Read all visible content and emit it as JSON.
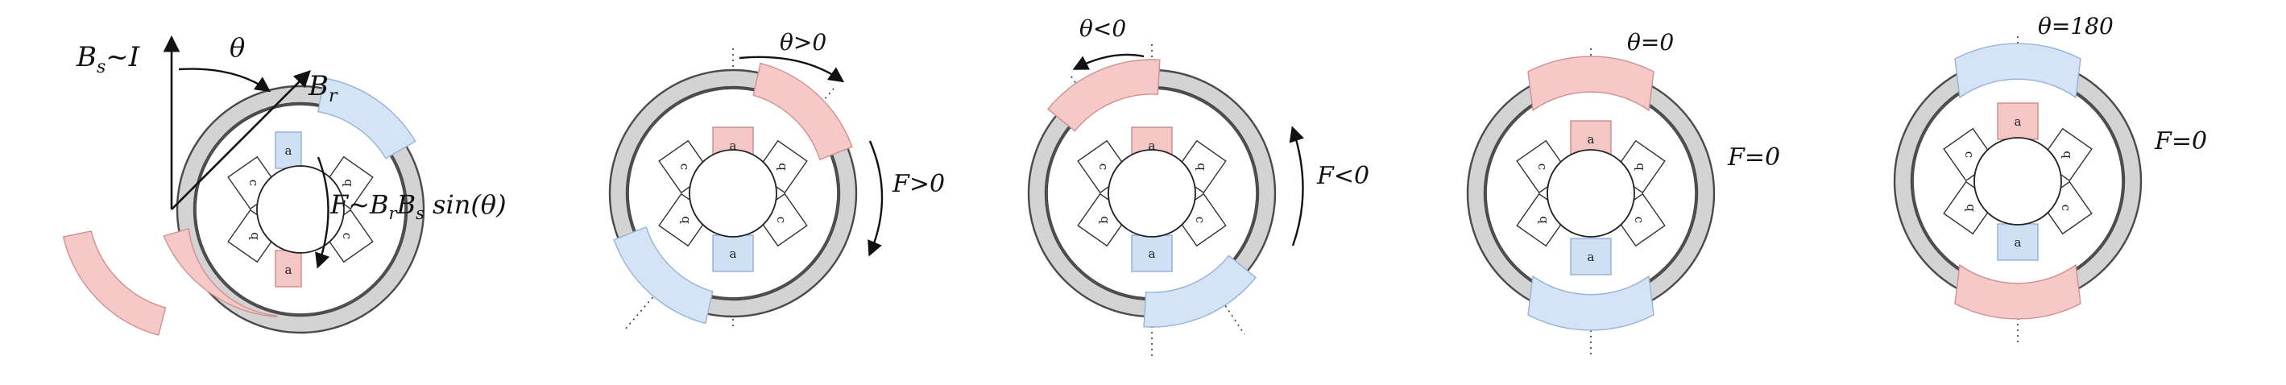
{
  "diagrams": [
    {
      "labels": {
        "stator_field": "B",
        "stator_field_sub": "s",
        "stator_field_rest": "~I",
        "angle": "θ",
        "rotor_field": "B",
        "rotor_field_sub": "r",
        "force": "F~B",
        "force_sub1": "r",
        "force_mid": "B",
        "force_sub2": "s",
        "force_tail": " sin(θ)"
      }
    },
    {
      "labels": {
        "angle": "θ>0",
        "force": "F>0"
      }
    },
    {
      "labels": {
        "angle": "θ<0",
        "force": "F<0"
      }
    },
    {
      "labels": {
        "angle": "θ=0",
        "force": "F=0"
      }
    },
    {
      "labels": {
        "angle": "θ=180",
        "force": "F=0"
      }
    }
  ],
  "coil_labels": {
    "a": "a",
    "b": "b",
    "c": "c"
  },
  "colors": {
    "red_fill": "#f4c6c6",
    "blue_fill": "#cfe0f4",
    "ring_gray": "#d3d3d3"
  }
}
